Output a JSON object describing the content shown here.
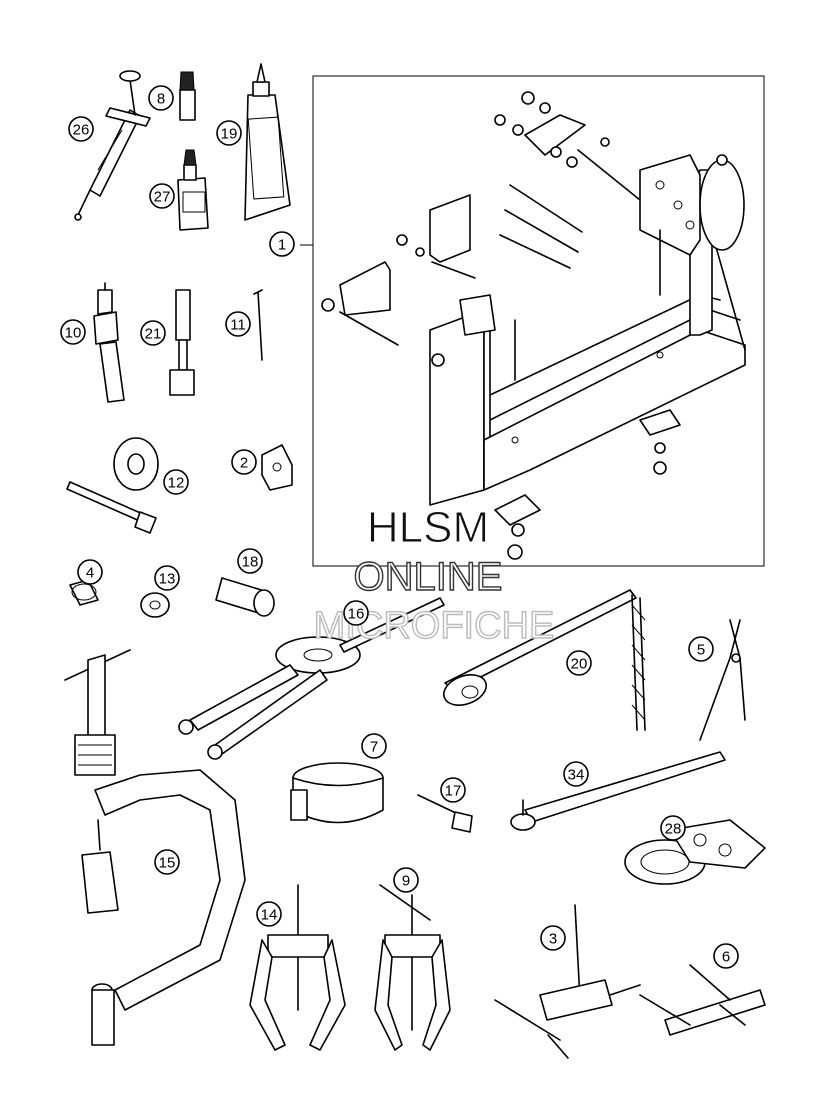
{
  "watermark": {
    "line1": "HLSM",
    "line2": "ONLINE",
    "line3": "MICROFICHE"
  },
  "parts": [
    {
      "id": "p1",
      "label": "1"
    },
    {
      "id": "p2",
      "label": "2"
    },
    {
      "id": "p3",
      "label": "3"
    },
    {
      "id": "p4",
      "label": "4"
    },
    {
      "id": "p5",
      "label": "5"
    },
    {
      "id": "p6",
      "label": "6"
    },
    {
      "id": "p7",
      "label": "7"
    },
    {
      "id": "p8",
      "label": "8"
    },
    {
      "id": "p9",
      "label": "9"
    },
    {
      "id": "p10",
      "label": "10"
    },
    {
      "id": "p11",
      "label": "11"
    },
    {
      "id": "p12",
      "label": "12"
    },
    {
      "id": "p13",
      "label": "13"
    },
    {
      "id": "p14",
      "label": "14"
    },
    {
      "id": "p15",
      "label": "15"
    },
    {
      "id": "p16",
      "label": "16"
    },
    {
      "id": "p17",
      "label": "17"
    },
    {
      "id": "p18",
      "label": "18"
    },
    {
      "id": "p19",
      "label": "19"
    },
    {
      "id": "p20",
      "label": "20"
    },
    {
      "id": "p21",
      "label": "21"
    },
    {
      "id": "p26",
      "label": "26"
    },
    {
      "id": "p27",
      "label": "27"
    },
    {
      "id": "p28",
      "label": "28"
    },
    {
      "id": "p34",
      "label": "34"
    }
  ]
}
